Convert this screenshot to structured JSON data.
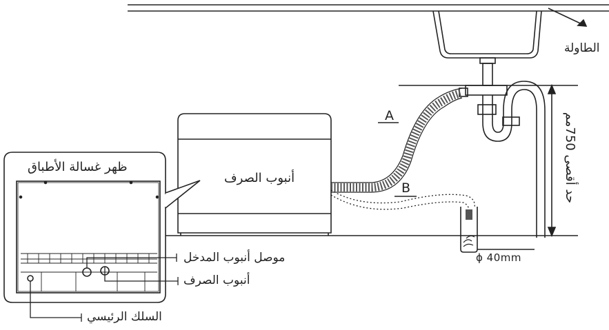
{
  "labels": {
    "table": "الطاولة",
    "height_max": "حد أقصى 750مم",
    "drain_hose_center": "أنبوب الصرف",
    "back_view_title": "ظهر غسالة الأطباق",
    "inlet_connector": "موصل أنبوب المدخل",
    "drain_hose_back": "أنبوب الصرف",
    "main_cable": "السلك الرئيسي",
    "hose_a": "A",
    "hose_b": "B",
    "pipe_diameter": "ϕ 40mm"
  },
  "colors": {
    "line": "#222222",
    "fill": "#ffffff",
    "hose": "#555555"
  }
}
